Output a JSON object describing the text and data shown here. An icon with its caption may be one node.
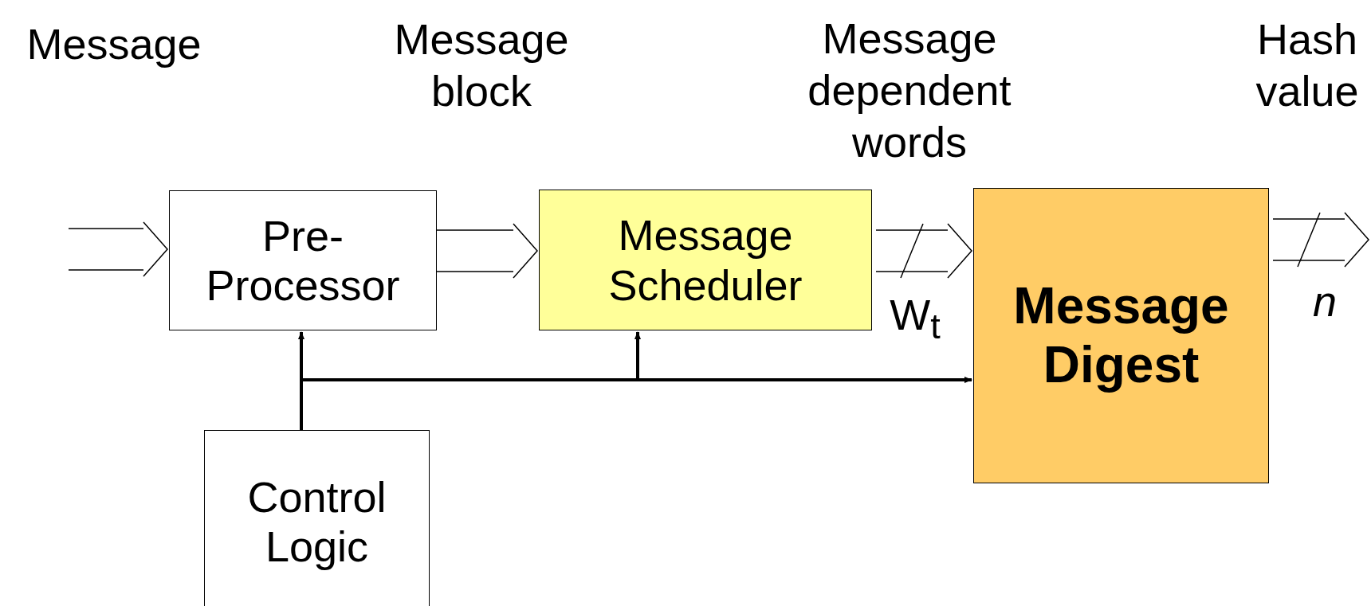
{
  "diagram": {
    "nodes": [
      {
        "text": [
          "Pre-Processor"
        ]
      },
      {
        "text": [
          "Message Scheduler"
        ]
      },
      {
        "text": [
          "Message Digest"
        ]
      },
      {
        "text": [
          "Control Logic"
        ]
      }
    ],
    "edges": [
      {
        "from": null,
        "to": 0,
        "arrow": "to"
      },
      {
        "from": 0,
        "to": 1,
        "arrow": "to"
      },
      {
        "from": 1,
        "to": 2,
        "arrow": "to"
      },
      {
        "from": 2,
        "to": null,
        "arrow": "to"
      },
      {
        "from": 3,
        "to": 0,
        "arrow": "to"
      },
      {
        "from": 3,
        "to": 1,
        "arrow": "to"
      },
      {
        "from": 3,
        "to": 2,
        "arrow": "to"
      }
    ],
    "labels": [
      "Message",
      "Message block",
      "Message dependent words",
      "Hash value",
      "W$_{t}$",
      "n"
    ]
  }
}
